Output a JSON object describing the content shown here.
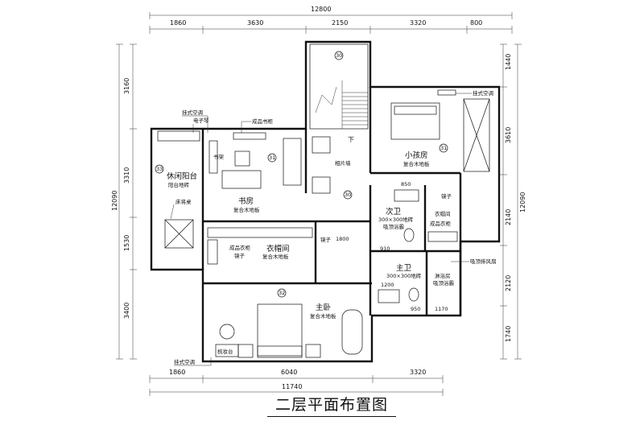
{
  "title": "二层平面布置图",
  "dimensions": {
    "top_total": "12800",
    "top": [
      "1860",
      "3630",
      "2150",
      "3320",
      "800"
    ],
    "bottom_total": "11740",
    "bottom": [
      "1860",
      "6040",
      "3320"
    ],
    "left_total": "12090",
    "left": [
      "3160",
      "3310",
      "1530",
      "3400"
    ],
    "right_total": "12090",
    "right": [
      "1440",
      "3610",
      "2140",
      "2120",
      "1740"
    ],
    "inner": [
      "850",
      "1800",
      "1200",
      "910",
      "950",
      "1170"
    ]
  },
  "rooms": {
    "leisure_balcony": "休闲阳台",
    "leisure_balcony_floor": "阳台地砖",
    "study": "书房",
    "study_floor": "复合木地板",
    "child_room": "小孩房",
    "child_room_floor": "复合木地板",
    "cloakroom": "衣帽间",
    "cloakroom_floor": "复合木地板",
    "master_bedroom": "主卧",
    "master_bedroom_floor": "复合木地板",
    "second_bath": "次卫",
    "second_bath_floor": "300×300地砖",
    "second_bath_ceiling": "吸顶浴霸",
    "master_bath": "主卫",
    "master_bath_floor": "300×300地砖",
    "shower_room": "淋浴房",
    "shower_room_ceiling": "吸顶浴霸"
  },
  "labels": {
    "wall_ac_1": "挂式空调",
    "wall_ac_2": "挂式空调",
    "wall_ac_3": "挂式空调",
    "piano": "电子琴",
    "bookcase": "成品书柜",
    "bookshelf": "书架",
    "chess_table": "床将桌",
    "photo_wall": "相片墙",
    "down": "下",
    "mirror_1": "镜子",
    "mirror_2": "镜子",
    "mirror_3": "镜子",
    "cloak_wardrobe": "衣帽间",
    "wardrobe_1": "成品衣柜",
    "wardrobe_2": "成品衣柜",
    "exhaust_fan": "吸顶排风扇",
    "dresser": "梳妆台",
    "elev_1": "31",
    "elev_2": "30",
    "elev_3": "30",
    "elev_4": "31",
    "elev_5": "32",
    "elev_6": "33"
  }
}
